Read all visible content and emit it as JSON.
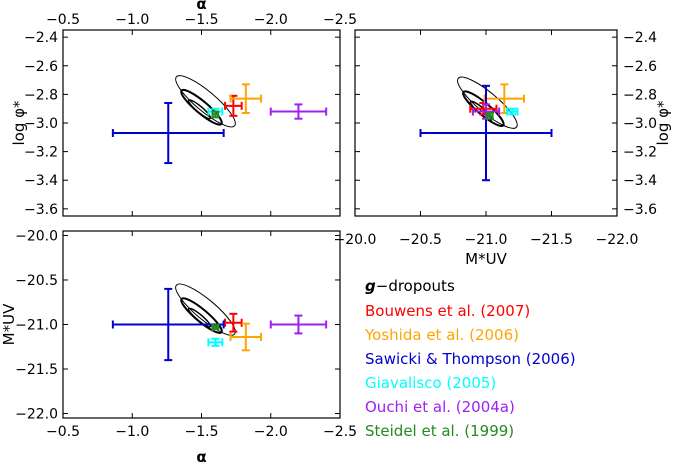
{
  "chart_data": [
    {
      "id": "panel-top-left",
      "type": "scatter",
      "xlabel": "α",
      "ylabel": "log φ*",
      "xlim": [
        -0.5,
        -2.5
      ],
      "ylim": [
        -3.65,
        -2.35
      ],
      "xticks": [
        -0.5,
        -1.0,
        -1.5,
        -2.0,
        -2.5
      ],
      "yticks": [
        -2.4,
        -2.6,
        -2.8,
        -3.0,
        -3.2,
        -3.4,
        -3.6
      ],
      "x_tick_labels": [
        "−0.5",
        "−1.0",
        "−1.5",
        "−2.0",
        "−2.5"
      ],
      "y_tick_labels": [
        "−2.4",
        "−2.6",
        "−2.8",
        "−3.0",
        "−3.2",
        "−3.4",
        "−3.6"
      ],
      "confidence_contours": {
        "center": [
          -1.5,
          -2.89
        ]
      },
      "series": [
        {
          "name": "Bouwens et al. (2007)",
          "color": "#ff0000",
          "x": -1.73,
          "y": -2.88,
          "xerr": 0.06,
          "yerr": 0.07
        },
        {
          "name": "Yoshida et al. (2006)",
          "color": "#ffa500",
          "x": -1.82,
          "y": -2.83,
          "xerr": 0.11,
          "yerr": 0.1
        },
        {
          "name": "Sawicki & Thompson (2006)",
          "color": "#0000cd",
          "x": -1.26,
          "y": -3.07,
          "xerr": 0.4,
          "yerr": 0.21
        },
        {
          "name": "Giavalisco (2005)",
          "color": "#00ffff",
          "x": -1.6,
          "y": -2.92,
          "xerr": 0.05,
          "yerr": 0.02
        },
        {
          "name": "Ouchi et al. (2004a)",
          "color": "#a020f0",
          "x": -2.2,
          "y": -2.92,
          "xerr": 0.2,
          "yerr": 0.05
        },
        {
          "name": "Steidel et al. (1999)",
          "color": "#228b22",
          "x": -1.6,
          "y": -2.94,
          "xerr": 0.02,
          "yerr": 0.02
        }
      ]
    },
    {
      "id": "panel-top-right",
      "type": "scatter",
      "xlabel": "M*UV",
      "ylabel": "log φ*",
      "xlim": [
        -20.0,
        -22.0
      ],
      "ylim": [
        -3.65,
        -2.35
      ],
      "xticks": [
        -20.0,
        -20.5,
        -21.0,
        -21.5,
        -22.0
      ],
      "yticks": [
        -2.4,
        -2.6,
        -2.8,
        -3.0,
        -3.2,
        -3.4,
        -3.6
      ],
      "x_tick_labels": [
        "−20.0",
        "−20.5",
        "−21.0",
        "−21.5",
        "−22.0"
      ],
      "y_tick_labels": [
        "−2.4",
        "−2.6",
        "−2.8",
        "−3.0",
        "−3.2",
        "−3.4",
        "−3.6"
      ],
      "confidence_contours": {
        "center": [
          -20.98,
          -2.9
        ]
      },
      "series": [
        {
          "name": "Bouwens et al. (2007)",
          "color": "#ff0000",
          "x": -20.98,
          "y": -2.9,
          "xerr": 0.1,
          "yerr": 0.04
        },
        {
          "name": "Yoshida et al. (2006)",
          "color": "#ffa500",
          "x": -21.14,
          "y": -2.83,
          "xerr": 0.15,
          "yerr": 0.1
        },
        {
          "name": "Sawicki & Thompson (2006)",
          "color": "#0000cd",
          "x": -21.0,
          "y": -3.07,
          "xerr": 0.5,
          "yerr": 0.33
        },
        {
          "name": "Giavalisco (2005)",
          "color": "#00ffff",
          "x": -21.2,
          "y": -2.92,
          "xerr": 0.04,
          "yerr": 0.02
        },
        {
          "name": "Ouchi et al. (2004a)",
          "color": "#a020f0",
          "x": -21.0,
          "y": -2.92,
          "xerr": 0.1,
          "yerr": 0.05
        },
        {
          "name": "Steidel et al. (1999)",
          "color": "#228b22",
          "x": -21.03,
          "y": -2.95,
          "xerr": 0.02,
          "yerr": 0.02
        }
      ]
    },
    {
      "id": "panel-bottom-left",
      "type": "scatter",
      "xlabel": "α",
      "ylabel": "M*UV",
      "xlim": [
        -0.5,
        -2.5
      ],
      "ylim": [
        -22.05,
        -19.95
      ],
      "xticks": [
        -0.5,
        -1.0,
        -1.5,
        -2.0,
        -2.5
      ],
      "yticks": [
        -20.0,
        -20.5,
        -21.0,
        -21.5,
        -22.0
      ],
      "x_tick_labels": [
        "−0.5",
        "−1.0",
        "−1.5",
        "−2.0",
        "−2.5"
      ],
      "y_tick_labels": [
        "−20.0",
        "−20.5",
        "−21.0",
        "−21.5",
        "−22.0"
      ],
      "confidence_contours": {
        "center": [
          -1.5,
          -20.9
        ]
      },
      "series": [
        {
          "name": "Bouwens et al. (2007)",
          "color": "#ff0000",
          "x": -1.73,
          "y": -20.98,
          "xerr": 0.06,
          "yerr": 0.1
        },
        {
          "name": "Yoshida et al. (2006)",
          "color": "#ffa500",
          "x": -1.82,
          "y": -21.14,
          "xerr": 0.11,
          "yerr": 0.15
        },
        {
          "name": "Sawicki & Thompson (2006)",
          "color": "#0000cd",
          "x": -1.26,
          "y": -21.0,
          "xerr": 0.4,
          "yerr": 0.4
        },
        {
          "name": "Giavalisco (2005)",
          "color": "#00ffff",
          "x": -1.6,
          "y": -21.2,
          "xerr": 0.05,
          "yerr": 0.04
        },
        {
          "name": "Ouchi et al. (2004a)",
          "color": "#a020f0",
          "x": -2.2,
          "y": -21.0,
          "xerr": 0.2,
          "yerr": 0.1
        },
        {
          "name": "Steidel et al. (1999)",
          "color": "#228b22",
          "x": -1.6,
          "y": -21.03,
          "xerr": 0.02,
          "yerr": 0.02
        }
      ]
    }
  ],
  "legend": {
    "title_bold": "g",
    "title_rest": "−dropouts",
    "entries": [
      {
        "label": "Bouwens et al. (2007)",
        "color": "#ff0000"
      },
      {
        "label": "Yoshida et al. (2006)",
        "color": "#ffa500"
      },
      {
        "label": "Sawicki & Thompson (2006)",
        "color": "#0000cd"
      },
      {
        "label": "Giavalisco (2005)",
        "color": "#00ffff"
      },
      {
        "label": "Ouchi et al. (2004a)",
        "color": "#a020f0"
      },
      {
        "label": "Steidel et al. (1999)",
        "color": "#228b22"
      }
    ]
  }
}
